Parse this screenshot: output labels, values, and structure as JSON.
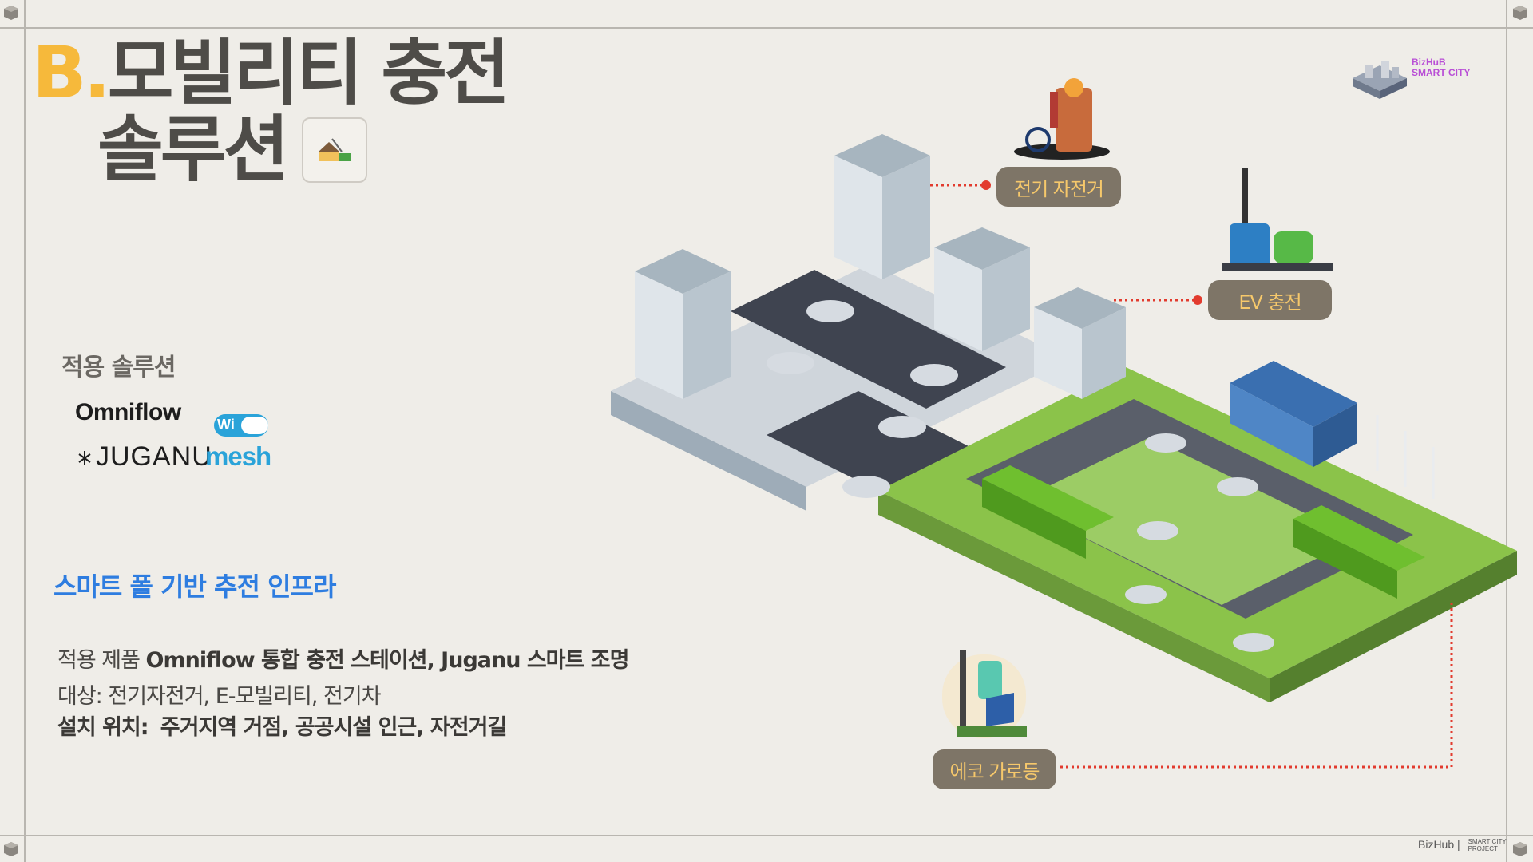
{
  "title": {
    "prefix": "B.",
    "line1": "모빌리티 충전",
    "line2": "솔루션"
  },
  "solutions": {
    "heading": "적용 솔루션",
    "logos": [
      "Omniflow",
      "JUGANU",
      "Wi Fi",
      "mesh"
    ]
  },
  "infra_heading": "스마트 폴 기반 추전 인프라",
  "details": {
    "products_label": "적용 제품",
    "products_value": "Omniflow 통합 충전 스테이션, Juganu 스마트 조명",
    "target": "대상: 전기자전거, E-모빌리티, 전기차",
    "location_label": "설치 위치:",
    "location_value": "주거지역 거점, 공공시설 인근, 자전거길"
  },
  "callouts": {
    "ebike": "전기 자전거",
    "ev": "EV 충전",
    "eco_light": "에코 가로등"
  },
  "brand": {
    "line1": "BizHuB",
    "line2": "SMART CITY"
  },
  "footer": {
    "name": "BizHub",
    "line1": "SMART CITY",
    "line2": "PROJECT"
  },
  "colors": {
    "accent": "#f6b93b",
    "blue": "#2e7de0",
    "label_bg": "#7e7567",
    "label_text": "#f6c86b",
    "callout_line": "#e23b2e"
  }
}
